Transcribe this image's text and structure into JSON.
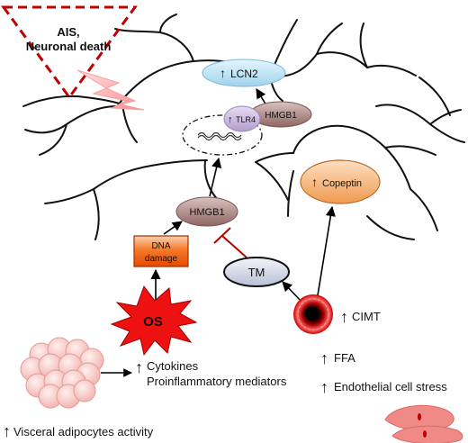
{
  "warning": {
    "line1": "AIS,",
    "line2": "Neuronal death"
  },
  "nodes": {
    "lcn2": "LCN2",
    "tlr4": "TLR4",
    "hmgb1_top": "HMGB1",
    "hmgb1_mid": "HMGB1",
    "dna_line1": "DNA",
    "dna_line2": "damage",
    "tm": "TM",
    "copeptin": "Copeptin",
    "os": "OS"
  },
  "labels": {
    "cimt": "CIMT",
    "ffa": "FFA",
    "endothelial": "Endothelial cell stress",
    "cytokines": "Cytokines",
    "proinflammatory": "Proinflammatory mediators",
    "visceral": "Visceral adipocytes activity"
  },
  "symbols": {
    "up_arrow": "↑"
  },
  "colors": {
    "warning_red": "#c00000",
    "lcn2_fill": "#bfe3f3",
    "tlr4_fill": "#c9b6dc",
    "hmgb1_fill": "#a9827f",
    "dna_fill": "#f25c05",
    "tm_fill": "#d8dcea",
    "copeptin_fill": "#f6b277",
    "os_fill": "#ee1111",
    "adipocyte_fill": "#f6c9c6",
    "endothelial_fill": "#f08a86"
  }
}
